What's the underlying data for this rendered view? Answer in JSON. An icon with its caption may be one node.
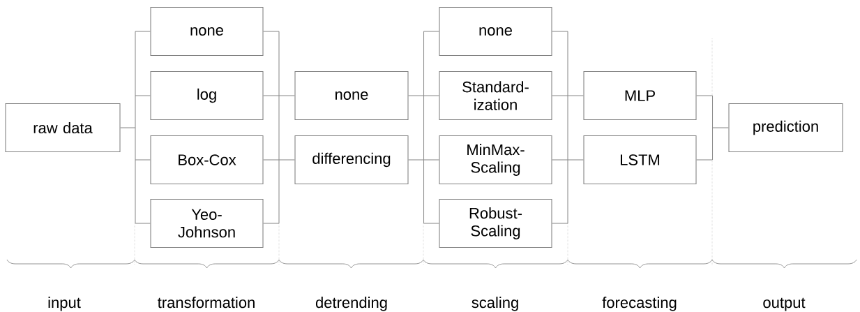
{
  "diagram": {
    "nodes": [
      {
        "text": [
          "raw data"
        ]
      },
      {
        "text": [
          "none"
        ]
      },
      {
        "text": [
          "log"
        ]
      },
      {
        "text": [
          "Box-Cox"
        ]
      },
      {
        "text": [
          "Yeo-Johnson"
        ]
      },
      {
        "text": [
          "none"
        ]
      },
      {
        "text": [
          "differencing"
        ]
      },
      {
        "text": [
          "none"
        ]
      },
      {
        "text": [
          "Standard-ization"
        ]
      },
      {
        "text": [
          "MinMax-Scaling"
        ]
      },
      {
        "text": [
          "Robust-Scaling"
        ]
      },
      {
        "text": [
          "MLP"
        ]
      },
      {
        "text": [
          "LSTM"
        ]
      },
      {
        "text": [
          "prediction"
        ]
      }
    ],
    "edges": [
      {
        "from": 0,
        "to": 1,
        "arrow": "none"
      },
      {
        "from": 0,
        "to": 2,
        "arrow": "none"
      },
      {
        "from": 0,
        "to": 3,
        "arrow": "none"
      },
      {
        "from": 0,
        "to": 4,
        "arrow": "none"
      },
      {
        "from": 1,
        "to": 5,
        "arrow": "none"
      },
      {
        "from": 1,
        "to": 6,
        "arrow": "none"
      },
      {
        "from": 2,
        "to": 5,
        "arrow": "none"
      },
      {
        "from": 2,
        "to": 6,
        "arrow": "none"
      },
      {
        "from": 3,
        "to": 5,
        "arrow": "none"
      },
      {
        "from": 3,
        "to": 6,
        "arrow": "none"
      },
      {
        "from": 4,
        "to": 5,
        "arrow": "none"
      },
      {
        "from": 4,
        "to": 6,
        "arrow": "none"
      },
      {
        "from": 5,
        "to": 7,
        "arrow": "none"
      },
      {
        "from": 5,
        "to": 8,
        "arrow": "none"
      },
      {
        "from": 5,
        "to": 9,
        "arrow": "none"
      },
      {
        "from": 5,
        "to": 10,
        "arrow": "none"
      },
      {
        "from": 6,
        "to": 7,
        "arrow": "none"
      },
      {
        "from": 6,
        "to": 8,
        "arrow": "none"
      },
      {
        "from": 6,
        "to": 9,
        "arrow": "none"
      },
      {
        "from": 6,
        "to": 10,
        "arrow": "none"
      },
      {
        "from": 7,
        "to": 11,
        "arrow": "none"
      },
      {
        "from": 7,
        "to": 12,
        "arrow": "none"
      },
      {
        "from": 8,
        "to": 11,
        "arrow": "none"
      },
      {
        "from": 8,
        "to": 12,
        "arrow": "none"
      },
      {
        "from": 9,
        "to": 11,
        "arrow": "none"
      },
      {
        "from": 9,
        "to": 12,
        "arrow": "none"
      },
      {
        "from": 10,
        "to": 11,
        "arrow": "none"
      },
      {
        "from": 10,
        "to": 12,
        "arrow": "none"
      },
      {
        "from": 11,
        "to": 13,
        "arrow": "none"
      },
      {
        "from": 12,
        "to": 13,
        "arrow": "none"
      }
    ],
    "labels": [
      "input",
      "transformation",
      "detrending",
      "scaling",
      "forecasting",
      "output"
    ]
  }
}
